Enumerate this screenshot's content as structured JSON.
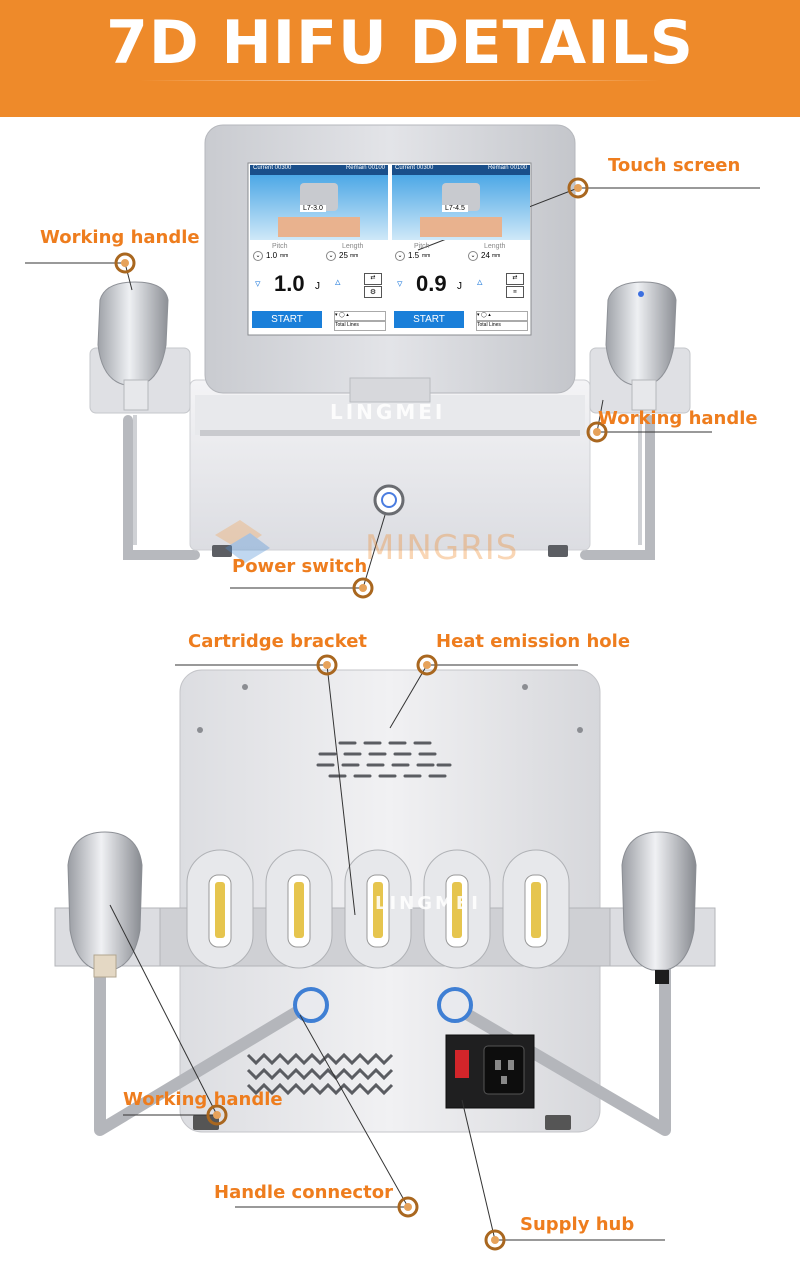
{
  "header": {
    "title": "7D HIFU DETAILS"
  },
  "callouts": {
    "touch_screen": "Touch screen",
    "working_handle": "Working handle",
    "power_switch": "Power switch",
    "cartridge_bracket": "Cartridge bracket",
    "heat_emission_hole": "Heat emission hole",
    "handle_connector": "Handle connector",
    "supply_hub": "Supply hub"
  },
  "screen": {
    "left": {
      "current": "Current 00300",
      "remain": "Remain 00100",
      "cartridge": "L7-3.0",
      "pitch_label": "Pitch",
      "pitch_value": "1.0",
      "length_label": "Length",
      "length_value": "25",
      "unit_mm": "mm",
      "energy": "1.0",
      "energy_unit": "J",
      "start": "START",
      "total": "Total Lines"
    },
    "right": {
      "current": "Current 00300",
      "remain": "Remain 00100",
      "cartridge": "L7-4.5",
      "pitch_label": "Pitch",
      "pitch_value": "1.5",
      "length_label": "Length",
      "length_value": "24",
      "unit_mm": "mm",
      "energy": "0.9",
      "energy_unit": "J",
      "start": "START",
      "total": "Total Lines"
    }
  },
  "watermarks": {
    "brand": "LINGMEI",
    "brand2": "MINGRIS"
  },
  "colors": {
    "banner": "#ee8a2a",
    "callout_text": "#ee7d1e",
    "marker": "#a9671f",
    "screen_blue": "#1a7fd9"
  }
}
